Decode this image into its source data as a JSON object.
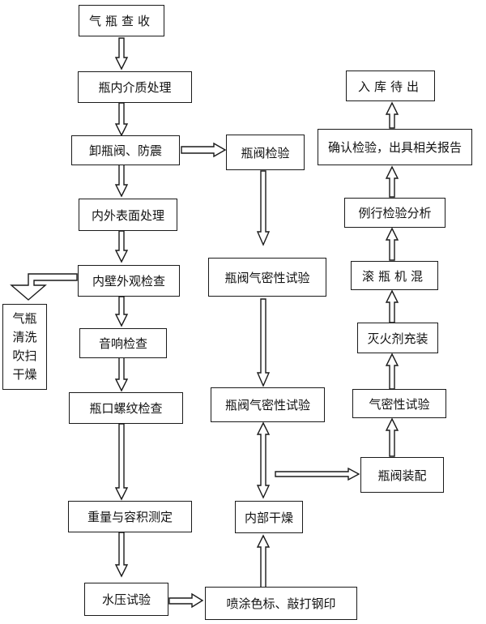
{
  "diagram": {
    "colors": {
      "stroke": "#1a1a1a",
      "fill": "#ffffff",
      "text": "#111111"
    },
    "left_column": {
      "n1": "气瓶查收",
      "n2": "瓶内介质处理",
      "n3": "卸瓶阀、防震",
      "n4": "内外表面处理",
      "n5": "内壁外观检查",
      "n6": "音响检查",
      "n7": "瓶口螺纹检查",
      "n8": "重量与容积测定",
      "n9": "水压试验"
    },
    "side_branch": [
      "气瓶",
      "清洗",
      "吹扫",
      "干燥"
    ],
    "middle_column": {
      "m1": "瓶阀检验",
      "m2": "瓶阀气密性试验",
      "m3": "瓶阀气密性试验",
      "m4": "内部干燥",
      "m5": "喷涂色标、敲打钢印"
    },
    "right_column": {
      "r1": "入库待出",
      "r2": "确认检验，出具相关报告",
      "r3": "例行检验分析",
      "r4": "滚瓶机混",
      "r5": "灭火剂充装",
      "r6": "气密性试验",
      "r7": "瓶阀装配"
    }
  }
}
